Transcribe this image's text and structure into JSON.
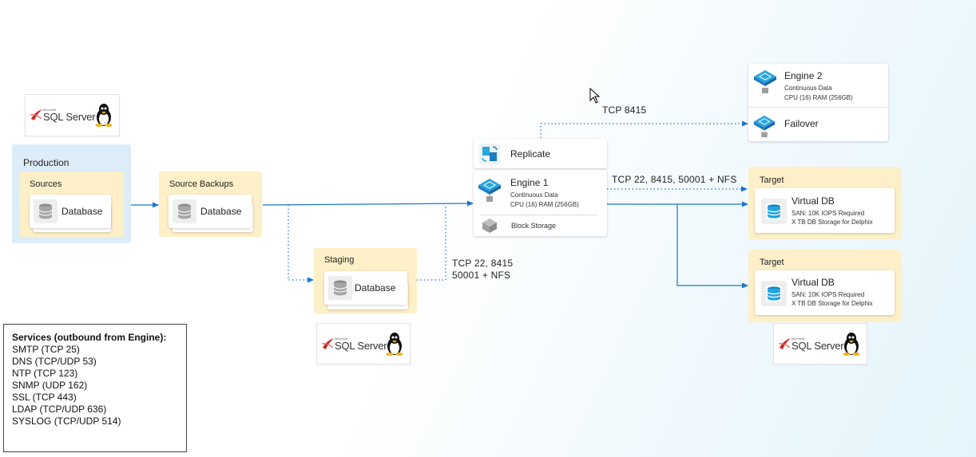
{
  "colors": {
    "edge": "#1976d2",
    "group_fill": "#fdefc8",
    "production_fill": "#dcecf9"
  },
  "logos": {
    "sql_server_text": "SQL Server",
    "microsoft_text": "Microsoft",
    "linux_icon": "tux-penguin-icon"
  },
  "production": {
    "title": "Production",
    "sources": {
      "title": "Sources",
      "card_label": "Database"
    }
  },
  "source_backups": {
    "title": "Source Backups",
    "card_label": "Database"
  },
  "staging": {
    "title": "Staging",
    "card_label": "Database"
  },
  "replicate": {
    "label": "Replicate"
  },
  "engine1": {
    "title": "Engine 1",
    "line1": "Continuous Data",
    "line2": "CPU (16) RAM (256GB)",
    "storage": "Block Storage"
  },
  "engine2": {
    "title": "Engine 2",
    "line1": "Continuous Data",
    "line2": "CPU (16) RAM (256GB)",
    "failover": "Failover"
  },
  "targets": [
    {
      "title": "Target",
      "card_title": "Virtual DB",
      "line1": "SAN: 10K IOPS Required",
      "line2": "X TB DB Storage for Delphix"
    },
    {
      "title": "Target",
      "card_title": "Virtual DB",
      "line1": "SAN: 10K IOPS Required",
      "line2": "X TB DB Storage for Delphix"
    }
  ],
  "edge_labels": {
    "engine2_link": "TCP 8415",
    "target_link": "TCP 22, 8415, 50001 + NFS",
    "staging_line1": "TCP 22, 8415",
    "staging_line2": "50001 + NFS"
  },
  "services": {
    "title": "Services (outbound from Engine):",
    "items": [
      "SMTP (TCP 25)",
      "DNS (TCP/UDP 53)",
      "NTP (TCP 123)",
      "SNMP (UDP 162)",
      "SSL (TCP 443)",
      "LDAP (TCP/UDP 636)",
      "SYSLOG (TCP/UDP 514)"
    ]
  }
}
